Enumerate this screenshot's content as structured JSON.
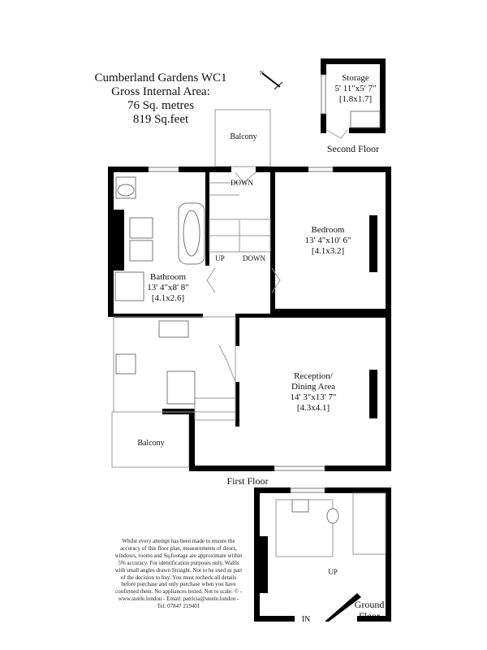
{
  "header": {
    "address": "Cumberland Gardens WC1",
    "area_label": "Gross Internal Area:",
    "area_sqm": "76 Sq. metres",
    "area_sqft": "819 Sq.feet"
  },
  "compass": {
    "icon": "north-arrow-icon",
    "letter": "N"
  },
  "floors": {
    "second": {
      "label": "Second Floor",
      "rooms": [
        {
          "name": "Storage",
          "imperial": "5' 11\"x5' 7\"",
          "metric": "[1.8x1.7]"
        }
      ]
    },
    "first": {
      "label": "First Floor",
      "rooms": [
        {
          "name": "Bathroom",
          "imperial": "13' 4\"x8' 8\"",
          "metric": "[4.1x2.6]"
        },
        {
          "name": "Bedroom",
          "imperial": "13' 4\"x10' 6\"",
          "metric": "[4.1x3.2]"
        },
        {
          "name": "Reception/",
          "name2": "Dining Area",
          "imperial": "14' 3\"x13' 7\"",
          "metric": "[4.3x4.1]"
        }
      ],
      "balcony_top": "Balcony",
      "balcony_bottom": "Balcony",
      "stairs": {
        "up": "UP",
        "down": "DOWN",
        "down_top": "DOWN"
      }
    },
    "ground": {
      "label_line1": "Ground",
      "label_line2": "Floor",
      "up": "UP",
      "entrance": "IN"
    }
  },
  "disclaimer": "Whilst every attempt has been made to ensure the accuracy of this floor plan, measurements of doors, windows, rooms and Sq.footage are approximate within 5% accuracy. For identification purposes only. Wallls with small angles drawn Straight. Not to be used as part of the decision to buy. You must recheck all details before purchase and only purchase when you have confirmed them. No appliances tested.  Not to scale. © - www.steele.london - Email: patricia@steele.london - Tel: 07847 219401"
}
